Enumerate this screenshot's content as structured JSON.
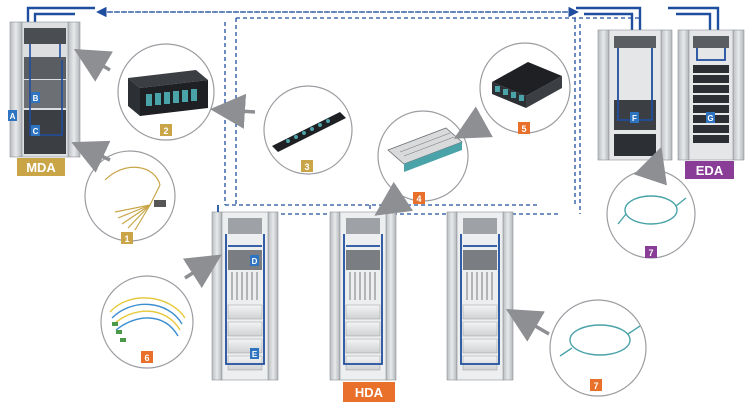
{
  "areas": {
    "mda": {
      "label": "MDA",
      "color": "#c9a547"
    },
    "hda": {
      "label": "HDA",
      "color": "#e8702a"
    },
    "eda": {
      "label": "EDA",
      "color": "#8a3d96"
    }
  },
  "rack_tags": {
    "a": "A",
    "b": "B",
    "c": "C",
    "d": "D",
    "e": "E",
    "f": "F",
    "g": "G"
  },
  "component_tags": {
    "t1": "1",
    "t2": "2",
    "t3": "3",
    "t4": "4",
    "t5": "5",
    "t6": "6",
    "t7a": "7",
    "t7b": "7"
  },
  "tag_colors": {
    "gold": "#c9a547",
    "orange": "#e8702a",
    "purple": "#8a3d96",
    "blue": "#2f74c0"
  },
  "cable_colors": {
    "trunk": "#1f4e9e",
    "dashed": "#1f4e9e"
  },
  "icons": [
    "rack-icon",
    "fiber-fanout-icon",
    "fiber-enclosure-icon",
    "adapter-panel-icon",
    "patch-panel-icon",
    "mpo-cassette-icon",
    "fanout-harness-icon",
    "patch-cord-icon",
    "pointer-arrow-icon"
  ]
}
